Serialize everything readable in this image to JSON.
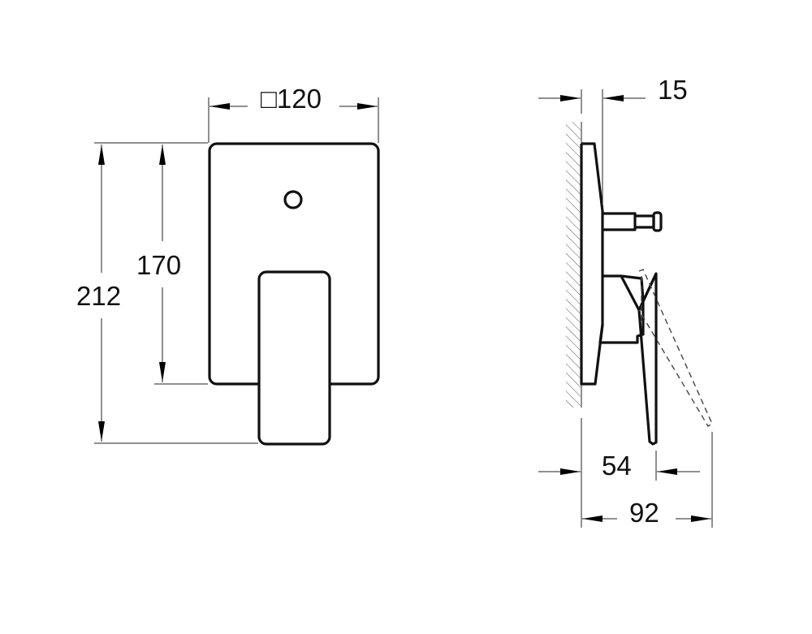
{
  "drawing": {
    "type": "technical dimension drawing",
    "units": "mm",
    "front_view": {
      "width_label": "□120",
      "height_plate_label": "170",
      "height_total_label": "212"
    },
    "side_view": {
      "plate_depth_label": "15",
      "lever_depth_label": "54",
      "lever_rotated_depth_label": "92"
    }
  },
  "colors": {
    "line": "#111111",
    "background": "#ffffff"
  }
}
